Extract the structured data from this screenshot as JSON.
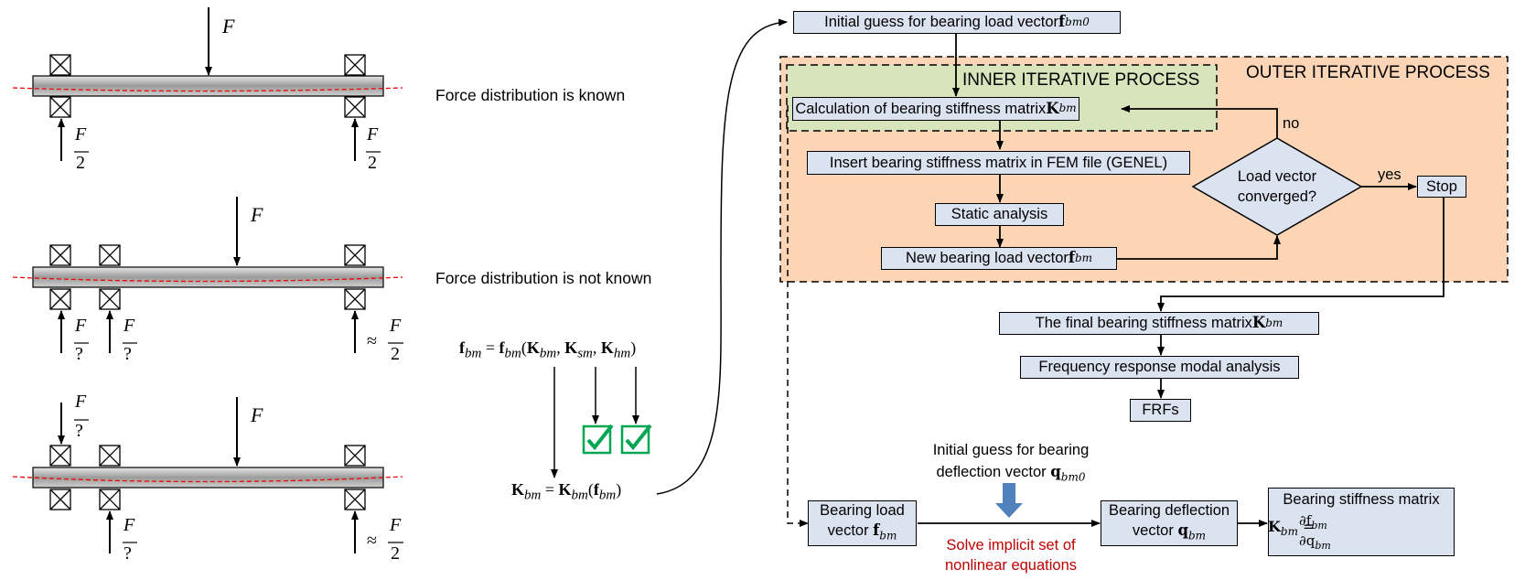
{
  "shafts": {
    "row1": {
      "force": "F",
      "left_num": "F",
      "left_den": "2",
      "right_num": "F",
      "right_den": "2",
      "caption": "Force distribution is known"
    },
    "row2": {
      "force": "F",
      "a_num": "F",
      "a_den": "?",
      "b_num": "F",
      "b_den": "?",
      "approx": "≈",
      "right_num": "F",
      "right_den": "2",
      "caption": "Force distribution is not known"
    },
    "row3": {
      "force": "F",
      "top_num": "F",
      "top_den": "?",
      "b_num": "F",
      "b_den": "?",
      "approx": "≈",
      "right_num": "F",
      "right_den": "2"
    }
  },
  "equations": {
    "eq1_lhs": "f",
    "eq1_lhs_sub": "bm",
    "eq1_eq": " = ",
    "eq1_f": "f",
    "eq1_f_sub": "bm",
    "eq1_open": "(",
    "eq1_k1": "K",
    "eq1_k1_sub": "bm",
    "eq1_c1": ", ",
    "eq1_k2": "K",
    "eq1_k2_sub": "sm",
    "eq1_c2": ", ",
    "eq1_k3": "K",
    "eq1_k3_sub": "hm",
    "eq1_close": ")",
    "eq2_lhs": "K",
    "eq2_lhs_sub": "bm",
    "eq2_eq": " = ",
    "eq2_k": "K",
    "eq2_k_sub": "bm",
    "eq2_open": "(",
    "eq2_f": "f",
    "eq2_f_sub": "bm",
    "eq2_close": ")"
  },
  "flowchart": {
    "initial_guess": {
      "text": "Initial guess for bearing load vector ",
      "sym": "f",
      "sub": "bm0"
    },
    "inner_label": "INNER ITERATIVE PROCESS",
    "outer_label": "OUTER ITERATIVE PROCESS",
    "calc_stiffness": {
      "text": "Calculation of bearing stiffness matrix ",
      "sym": "K",
      "sub": "bm"
    },
    "insert_fem": "Insert bearing stiffness matrix in FEM file (GENEL)",
    "static_analysis": "Static analysis",
    "new_load": {
      "text": "New bearing load vector ",
      "sym": "f",
      "sub": "bm"
    },
    "decision": {
      "line1": "Load vector",
      "line2": "converged?"
    },
    "no_label": "no",
    "yes_label": "yes",
    "stop": "Stop",
    "final_stiffness": {
      "text": "The final bearing stiffness matrix ",
      "sym": "K",
      "sub": "bm"
    },
    "freq_response": "Frequency response modal analysis",
    "frfs": "FRFs"
  },
  "bottom": {
    "initial_deflection": {
      "line1": "Initial guess for bearing",
      "line2": "deflection vector ",
      "sym": "q",
      "sub": "bm0"
    },
    "load_vector": {
      "line1": "Bearing load",
      "line2": "vector ",
      "sym": "f",
      "sub": "bm"
    },
    "solve": {
      "line1": "Solve implicit set of",
      "line2": "nonlinear equations"
    },
    "deflection_vector": {
      "line1": "Bearing deflection",
      "line2": "vector ",
      "sym": "q",
      "sub": "bm"
    },
    "stiffness_matrix": {
      "line1": "Bearing stiffness matrix",
      "k": "K",
      "k_sub": "bm",
      "eq": " = ",
      "num": "∂f",
      "num_sub": "bm",
      "den": "∂q",
      "den_sub": "bm"
    }
  },
  "colors": {
    "outer_fill": "#fbd5b5",
    "inner_fill": "#d8e4bc",
    "box_fill": "#dce3f0",
    "check_green": "#00a651",
    "down_arrow": "#4f81bd",
    "red_text": "#c00000",
    "dashed_red": "#ff0000"
  }
}
